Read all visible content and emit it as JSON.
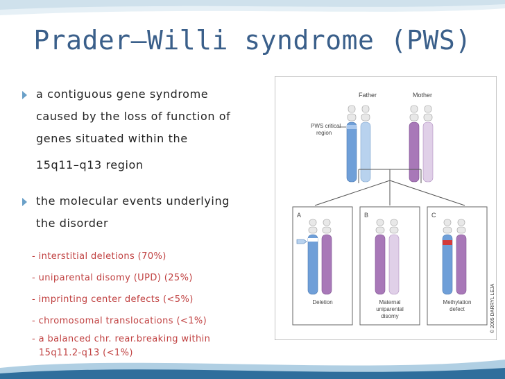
{
  "title": "Prader–Willi syndrome (PWS)",
  "bullets": [
    {
      "lines": [
        "a contiguous gene syndrome",
        "caused by the loss of function of",
        "genes situated within the",
        "15q11–q13 region"
      ]
    },
    {
      "lines": [
        "the molecular events underlying",
        "the disorder"
      ]
    }
  ],
  "sub_items": [
    "- interstitial deletions (70%)",
    "- uniparental disomy (UPD) (25%)",
    "- imprinting center defects (<5%)",
    "- chromosomal translocations (<1%)",
    "- a balanced chr. rear.breaking within",
    "15q11.2-q13 (<1%)"
  ],
  "figure": {
    "father": "Father",
    "mother": "Mother",
    "pws_critical_line1": "PWS critical",
    "pws_critical_line2": "region",
    "panel_a": "A",
    "panel_b": "B",
    "panel_c": "C",
    "caption_a": "Deletion",
    "caption_b_line1": "Maternal",
    "caption_b_line2": "uniparental",
    "caption_b_line3": "disomy",
    "caption_c_line1": "Methylation",
    "caption_c_line2": "defect",
    "copyright": "© 2005 DARRYL LEJA"
  },
  "colors": {
    "title": "#3a5f8a",
    "sub_text": "#c04040",
    "paternal_blue": "#6f9fd8",
    "paternal_light": "#b8d2ee",
    "maternal_purple": "#a878b8",
    "maternal_light": "#e0d0e8",
    "methylation_red": "#d43a3a"
  }
}
